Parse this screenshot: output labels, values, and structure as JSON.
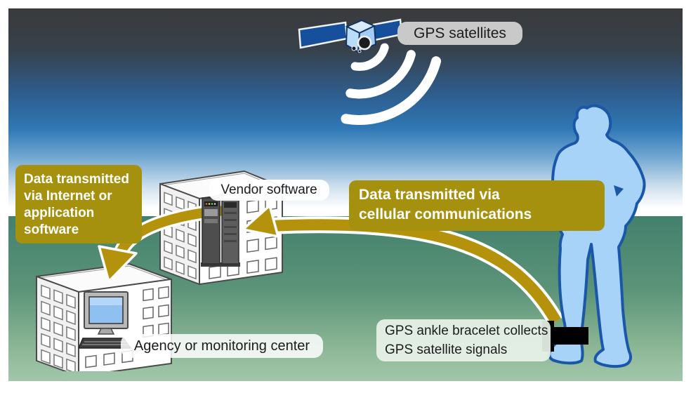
{
  "labels": {
    "gps_satellites": "GPS satellites",
    "vendor_software": "Vendor software",
    "agency_center": "Agency or monitoring center",
    "internet_callout": "Data transmitted\nvia Internet or\napplication\nsoftware",
    "cellular_callout": "Data transmitted via\ncellular communications",
    "ankle_callout": "GPS ankle bracelet collects\nGPS satellite signals"
  },
  "icons": {
    "satellite": "gps-satellite-icon",
    "signal_waves": "signal-waves-icon",
    "server": "server-rack-icon",
    "computer": "desktop-computer-icon",
    "person": "person-silhouette",
    "ankle_bracelet": "ankle-bracelet-icon"
  },
  "colors": {
    "callout_bg": "#a6910f",
    "arrow_gold": "#b5920c",
    "sky_top": "#3a3a3c",
    "sky_blue": "#2f78b5",
    "ground_dark": "#43806d",
    "ground_light": "#a2c7ab",
    "person_fill": "#a8d3f8",
    "person_outline": "#1a57a8",
    "satellite_panel_blue": "#164f9c",
    "label_gray_bg": "#c9c9c9",
    "bracelet_black": "#000000"
  }
}
